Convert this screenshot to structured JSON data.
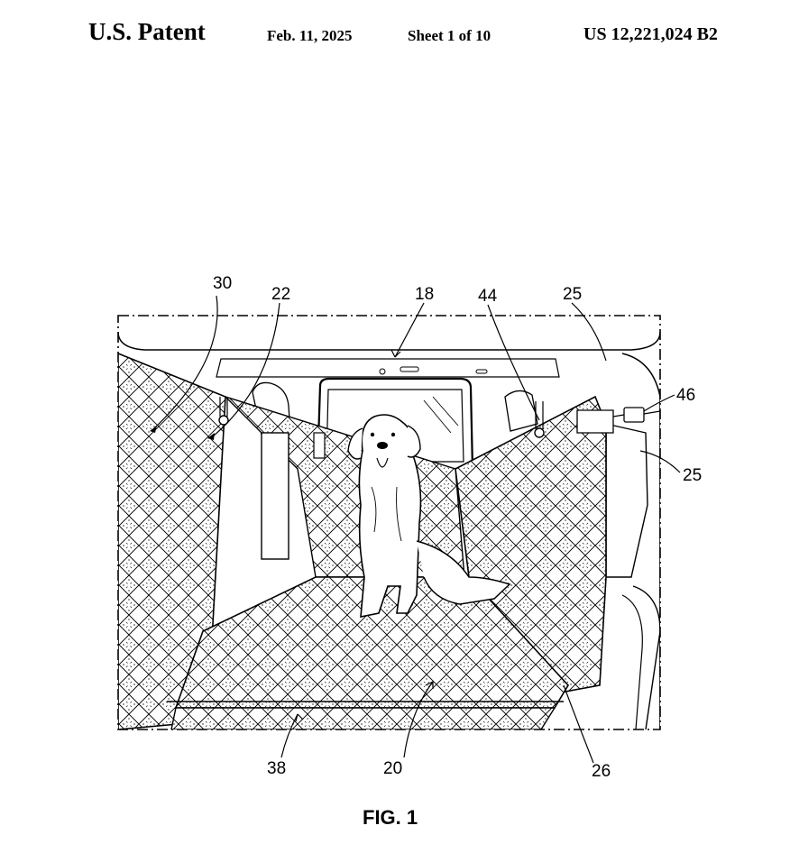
{
  "header": {
    "office": "U.S. Patent",
    "date": "Feb. 11, 2025",
    "sheet": "Sheet 1 of 10",
    "patent_number": "US 12,221,024 B2"
  },
  "figure": {
    "label": "FIG. 1",
    "reference_numerals": {
      "r30": "30",
      "r22": "22",
      "r18": "18",
      "r44": "44",
      "r25_top": "25",
      "r46": "46",
      "r25_side": "25",
      "r38": "38",
      "r20": "20",
      "r26": "26"
    }
  }
}
